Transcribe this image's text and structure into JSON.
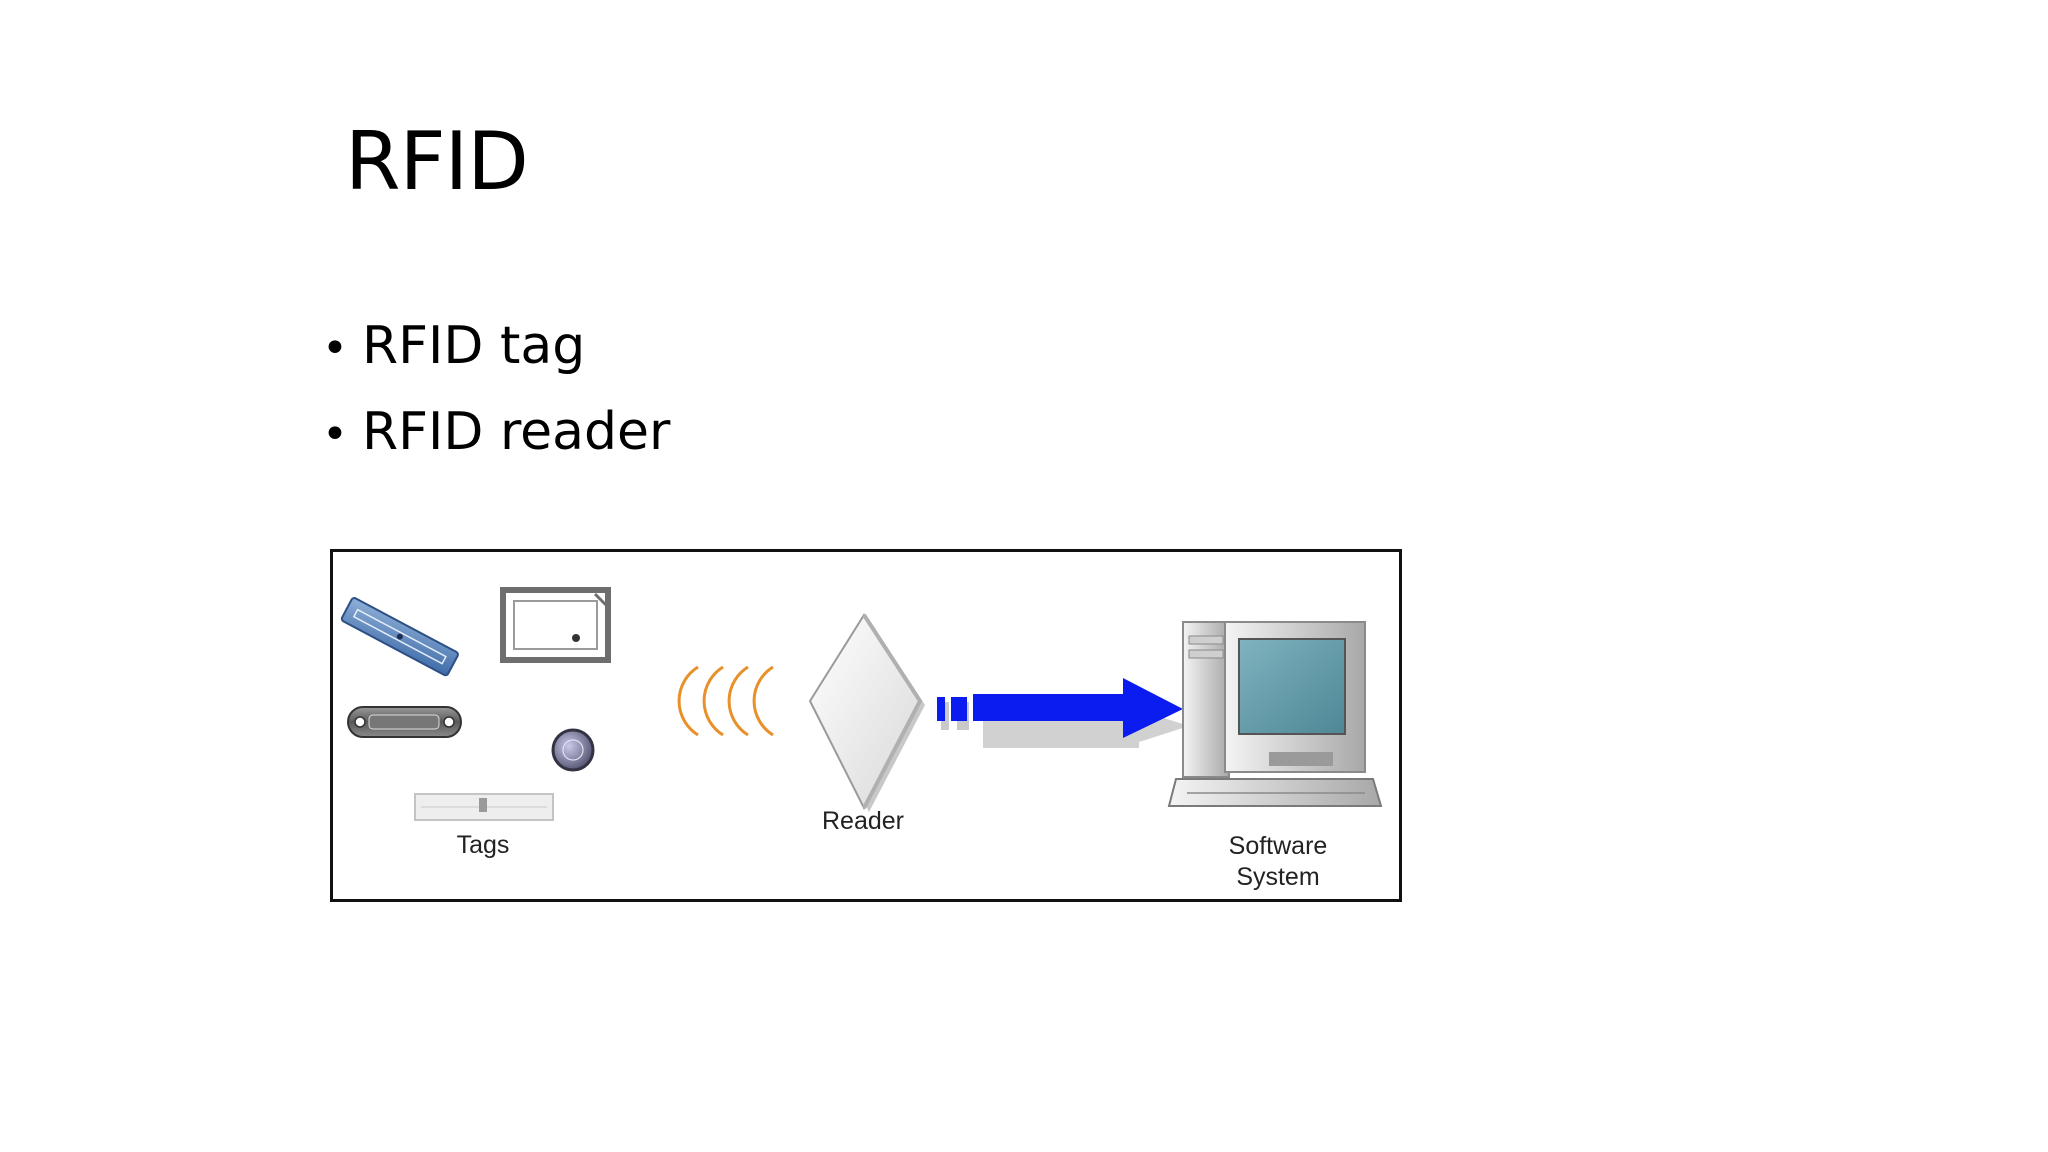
{
  "slide": {
    "title": "RFID",
    "bullets": [
      {
        "text": "RFID tag"
      },
      {
        "text": "RFID reader"
      }
    ]
  },
  "diagram": {
    "labels": {
      "tags": "Tags",
      "reader": "Reader",
      "software_line1": "Software",
      "software_line2": "System"
    },
    "colors": {
      "signal_waves": "#e8902a",
      "arrow": "#0b1cf0",
      "arrow_shadow": "#c9c9c9",
      "monitor_screen": "#5f9aa8"
    }
  }
}
